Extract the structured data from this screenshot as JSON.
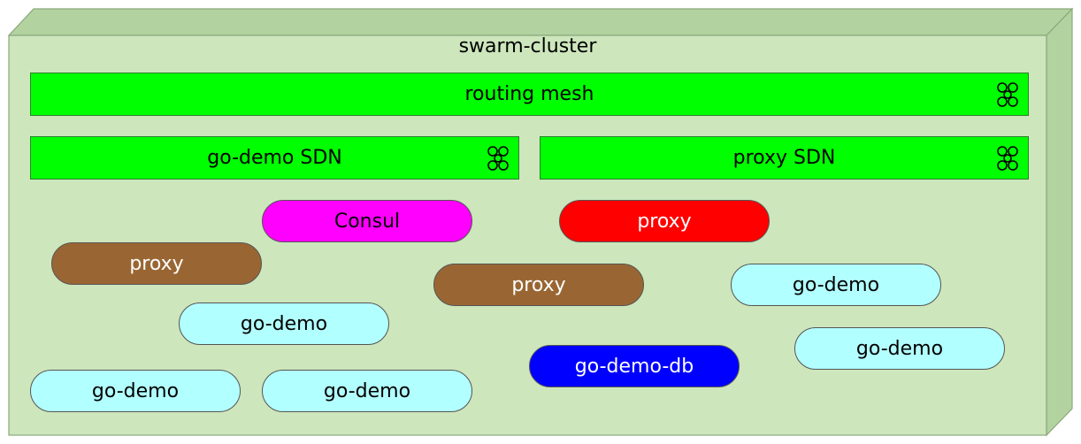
{
  "cluster": {
    "title": "swarm-cluster",
    "fill": "#cde6bc",
    "side_fill": "#b2d3a0",
    "border": "#8aa87c"
  },
  "networks": {
    "routing_mesh": "routing mesh",
    "go_demo_sdn": "go-demo SDN",
    "proxy_sdn": "proxy SDN",
    "fill": "#00ff00",
    "icon": "network-mesh-icon"
  },
  "services": [
    {
      "label": "Consul",
      "kind": "consul",
      "fill": "#ff00ff",
      "text": "#000000"
    },
    {
      "label": "proxy",
      "kind": "proxy-primary",
      "fill": "#ff0000",
      "text": "#ffffff"
    },
    {
      "label": "proxy",
      "kind": "proxy-replica",
      "fill": "#996633",
      "text": "#ffffff"
    },
    {
      "label": "proxy",
      "kind": "proxy-replica",
      "fill": "#996633",
      "text": "#ffffff"
    },
    {
      "label": "go-demo",
      "kind": "go-demo",
      "fill": "#b2ffff",
      "text": "#000000"
    },
    {
      "label": "go-demo",
      "kind": "go-demo",
      "fill": "#b2ffff",
      "text": "#000000"
    },
    {
      "label": "go-demo",
      "kind": "go-demo",
      "fill": "#b2ffff",
      "text": "#000000"
    },
    {
      "label": "go-demo",
      "kind": "go-demo",
      "fill": "#b2ffff",
      "text": "#000000"
    },
    {
      "label": "go-demo",
      "kind": "go-demo",
      "fill": "#b2ffff",
      "text": "#000000"
    },
    {
      "label": "go-demo-db",
      "kind": "go-demo-db",
      "fill": "#0000ff",
      "text": "#ffffff"
    }
  ]
}
